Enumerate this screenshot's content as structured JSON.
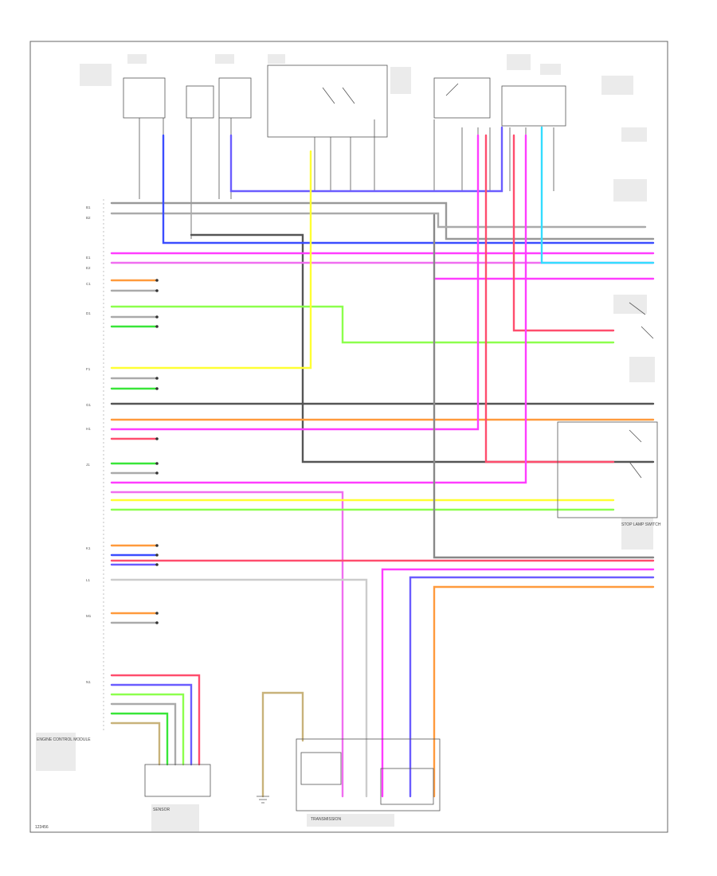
{
  "colors": {
    "pink": "#ff3dff",
    "magenta": "#f06ef0",
    "red": "#ff4d6d",
    "blue": "#3b4dff",
    "violet": "#6a5cff",
    "green": "#39e639",
    "lime": "#8cff4d",
    "yellow": "#ffff33",
    "orange": "#ff9a3c",
    "gray": "#888888",
    "black": "#333333",
    "cyan": "#33ddff",
    "white": "#cccccc",
    "tan": "#c8b27a"
  },
  "text": {
    "ecm_label": "ENGINE CONTROL MODULE",
    "sensor_label": "SENSOR",
    "transmission_label": "TRANSMISSION",
    "stop_lamp_label": "STOP LAMP SWITCH",
    "footer_id": "123456"
  }
}
